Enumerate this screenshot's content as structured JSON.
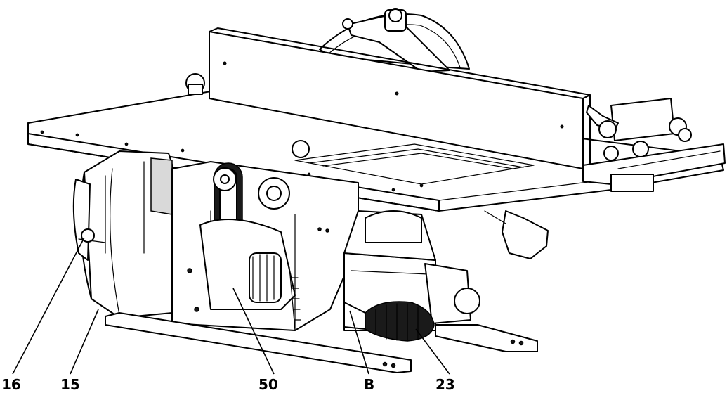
{
  "callouts": [
    {
      "id": "part-16",
      "label": "16"
    },
    {
      "id": "part-15",
      "label": "15"
    },
    {
      "id": "part-50",
      "label": "50"
    },
    {
      "id": "part-B",
      "label": "B"
    },
    {
      "id": "part-23",
      "label": "23"
    }
  ]
}
